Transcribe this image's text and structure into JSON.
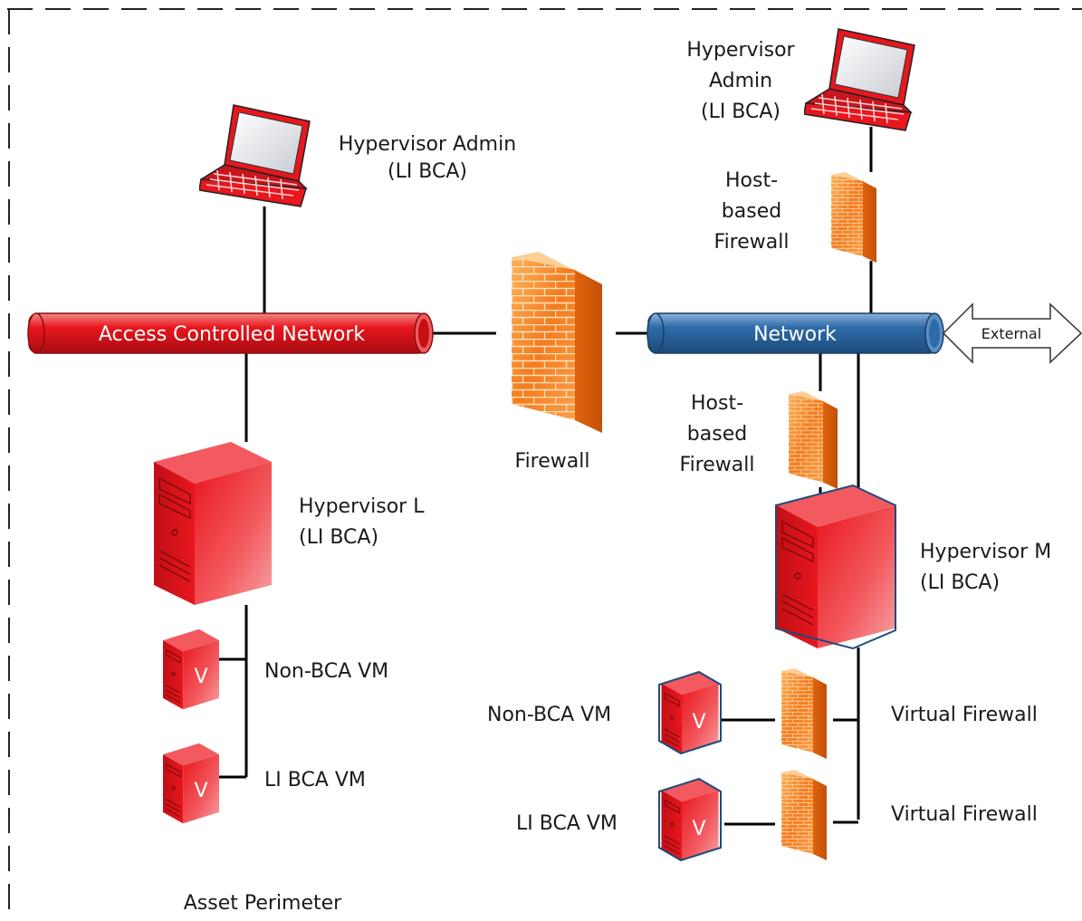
{
  "perimeter": {
    "label": "Asset Perimeter"
  },
  "left": {
    "admin_line1": "Hypervisor Admin",
    "admin_line2": "(LI BCA)",
    "network": "Access Controlled Network",
    "hypervisor_line1": "Hypervisor L",
    "hypervisor_line2": "(LI BCA)",
    "vm1": "Non-BCA VM",
    "vm2": "LI BCA VM"
  },
  "center": {
    "firewall": "Firewall"
  },
  "right": {
    "admin_line1": "Hypervisor",
    "admin_line2": "Admin",
    "admin_line3": "(LI BCA)",
    "hostfw_top_line1": "Host-",
    "hostfw_top_line2": "based",
    "hostfw_top_line3": "Firewall",
    "network": "Network",
    "external": "External",
    "hostfw_mid_line1": "Host-",
    "hostfw_mid_line2": "based",
    "hostfw_mid_line3": "Firewall",
    "hypervisor_line1": "Hypervisor M",
    "hypervisor_line2": "(LI BCA)",
    "vm1": "Non-BCA VM",
    "vm2": "LI BCA VM",
    "vfw1": "Virtual Firewall",
    "vfw2": "Virtual Firewall",
    "vm_glyph1": "V",
    "vm_glyph2": "V"
  },
  "left_vm_glyph1": "V",
  "left_vm_glyph2": "V",
  "colors": {
    "red_network": "#e8161d",
    "blue_network": "#2e6ca8",
    "firewall": "#f47b20",
    "server": "#e8161d"
  }
}
